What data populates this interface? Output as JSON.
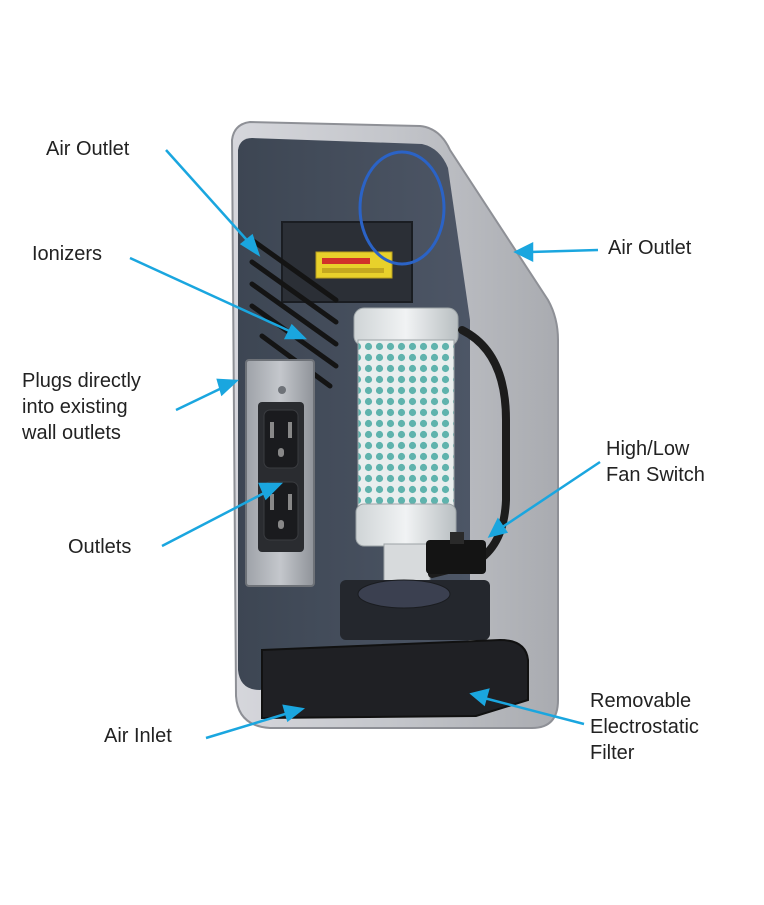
{
  "accent_color": "#1aa6df",
  "labels": {
    "air_outlet_left": "Air Outlet",
    "air_outlet_right": "Air Outlet",
    "ionizers": "Ionizers",
    "plugs_line1": "Plugs directly",
    "plugs_line2": "into existing",
    "plugs_line3": "wall outlets",
    "outlets": "Outlets",
    "fan_switch_line1": "High/Low",
    "fan_switch_line2": "Fan Switch",
    "air_inlet": "Air Inlet",
    "filter_line1": "Removable",
    "filter_line2": "Electrostatic",
    "filter_line3": "Filter"
  }
}
